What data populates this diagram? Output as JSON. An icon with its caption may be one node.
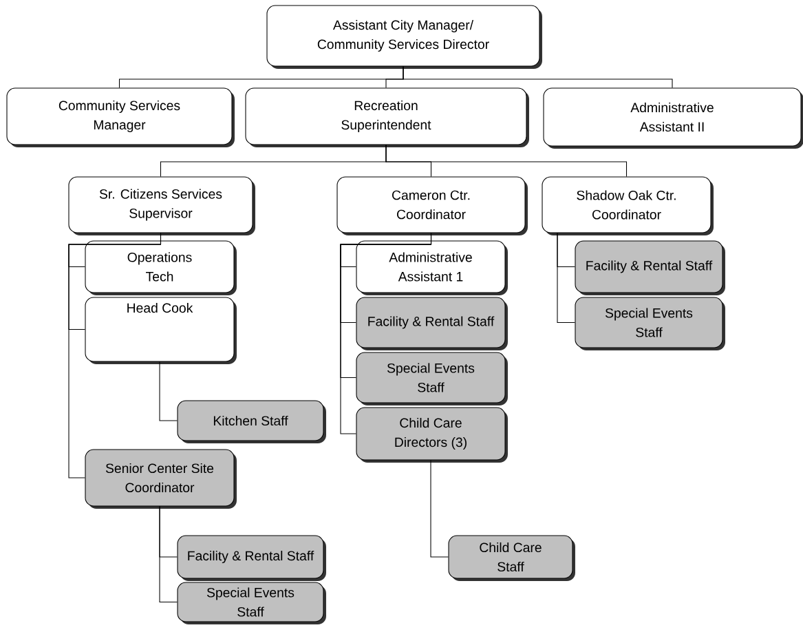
{
  "diagram": {
    "nodes": [
      {
        "text": [
          "Assistant City Manager/ Community Services Director"
        ]
      },
      {
        "text": [
          "Community Services Manager"
        ]
      },
      {
        "text": [
          "Recreation Superintendent"
        ]
      },
      {
        "text": [
          "Administrative Assistant II"
        ]
      },
      {
        "text": [
          "Sr. Citizens Services Supervisor"
        ]
      },
      {
        "text": [
          "Cameron Ctr. Coordinator"
        ]
      },
      {
        "text": [
          "Shadow Oak Ctr. Coordinator"
        ]
      },
      {
        "text": [
          "Operations Tech"
        ]
      },
      {
        "text": [
          "Head Cook"
        ]
      },
      {
        "text": [
          "Kitchen Staff"
        ]
      },
      {
        "text": [
          "Senior Center Site Coordinator"
        ]
      },
      {
        "text": [
          "Facility & Rental Staff"
        ]
      },
      {
        "text": [
          "Special Events Staff"
        ]
      },
      {
        "text": [
          "Administrative Assistant 1"
        ]
      },
      {
        "text": [
          "Facility & Rental Staff"
        ]
      },
      {
        "text": [
          "Special Events Staff"
        ]
      },
      {
        "text": [
          "Child Care Directors (3)"
        ]
      },
      {
        "text": [
          "Child Care Staff"
        ]
      },
      {
        "text": [
          "Facility & Rental Staff"
        ]
      },
      {
        "text": [
          "Special Events Staff"
        ]
      }
    ],
    "edges": [
      {
        "from": 0,
        "to": 1,
        "arrow": "none"
      },
      {
        "from": 0,
        "to": 2,
        "arrow": "none"
      },
      {
        "from": 0,
        "to": 3,
        "arrow": "none"
      },
      {
        "from": 2,
        "to": 4,
        "arrow": "none"
      },
      {
        "from": 2,
        "to": 5,
        "arrow": "none"
      },
      {
        "from": 2,
        "to": 6,
        "arrow": "none"
      },
      {
        "from": 4,
        "to": 7,
        "arrow": "none"
      },
      {
        "from": 4,
        "to": 8,
        "arrow": "none"
      },
      {
        "from": 8,
        "to": 9,
        "arrow": "none"
      },
      {
        "from": 4,
        "to": 10,
        "arrow": "none"
      },
      {
        "from": 10,
        "to": 11,
        "arrow": "none"
      },
      {
        "from": 10,
        "to": 12,
        "arrow": "none"
      },
      {
        "from": 5,
        "to": 13,
        "arrow": "none"
      },
      {
        "from": 5,
        "to": 14,
        "arrow": "none"
      },
      {
        "from": 5,
        "to": 15,
        "arrow": "none"
      },
      {
        "from": 5,
        "to": 16,
        "arrow": "none"
      },
      {
        "from": 16,
        "to": 17,
        "arrow": "none"
      },
      {
        "from": 6,
        "to": 18,
        "arrow": "none"
      },
      {
        "from": 6,
        "to": 19,
        "arrow": "none"
      }
    ]
  }
}
